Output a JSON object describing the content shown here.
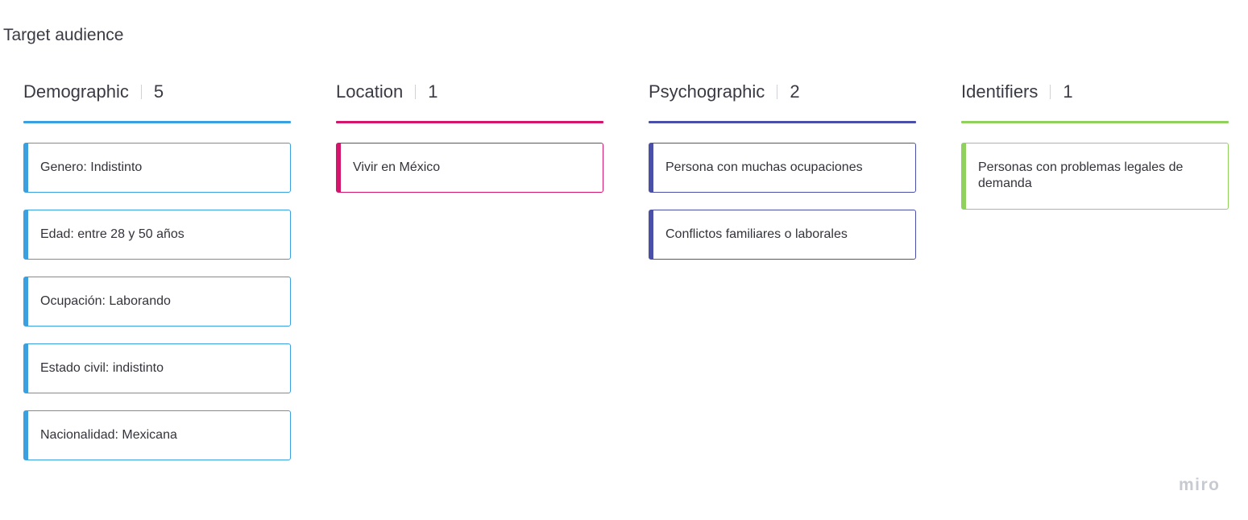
{
  "page": {
    "title": "Target audience"
  },
  "columns": [
    {
      "title": "Demographic",
      "count": "5",
      "color": "#3aa0e0",
      "cards": [
        "Genero: Indistinto",
        "Edad: entre 28 y 50 años",
        "Ocupación: Laborando",
        "Estado civil: indistinto",
        "Nacionalidad: Mexicana"
      ]
    },
    {
      "title": "Location",
      "count": "1",
      "color": "#d4156e",
      "cards": [
        "Vivir en México"
      ]
    },
    {
      "title": "Psychographic",
      "count": "2",
      "color": "#4a4fa8",
      "cards": [
        "Persona con muchas ocupaciones",
        "Conflictos familiares o laborales"
      ]
    },
    {
      "title": "Identifiers",
      "count": "1",
      "color": "#8fd15c",
      "cards": [
        "Personas con problemas legales de demanda"
      ]
    }
  ],
  "branding": {
    "logo_text": "miro"
  }
}
